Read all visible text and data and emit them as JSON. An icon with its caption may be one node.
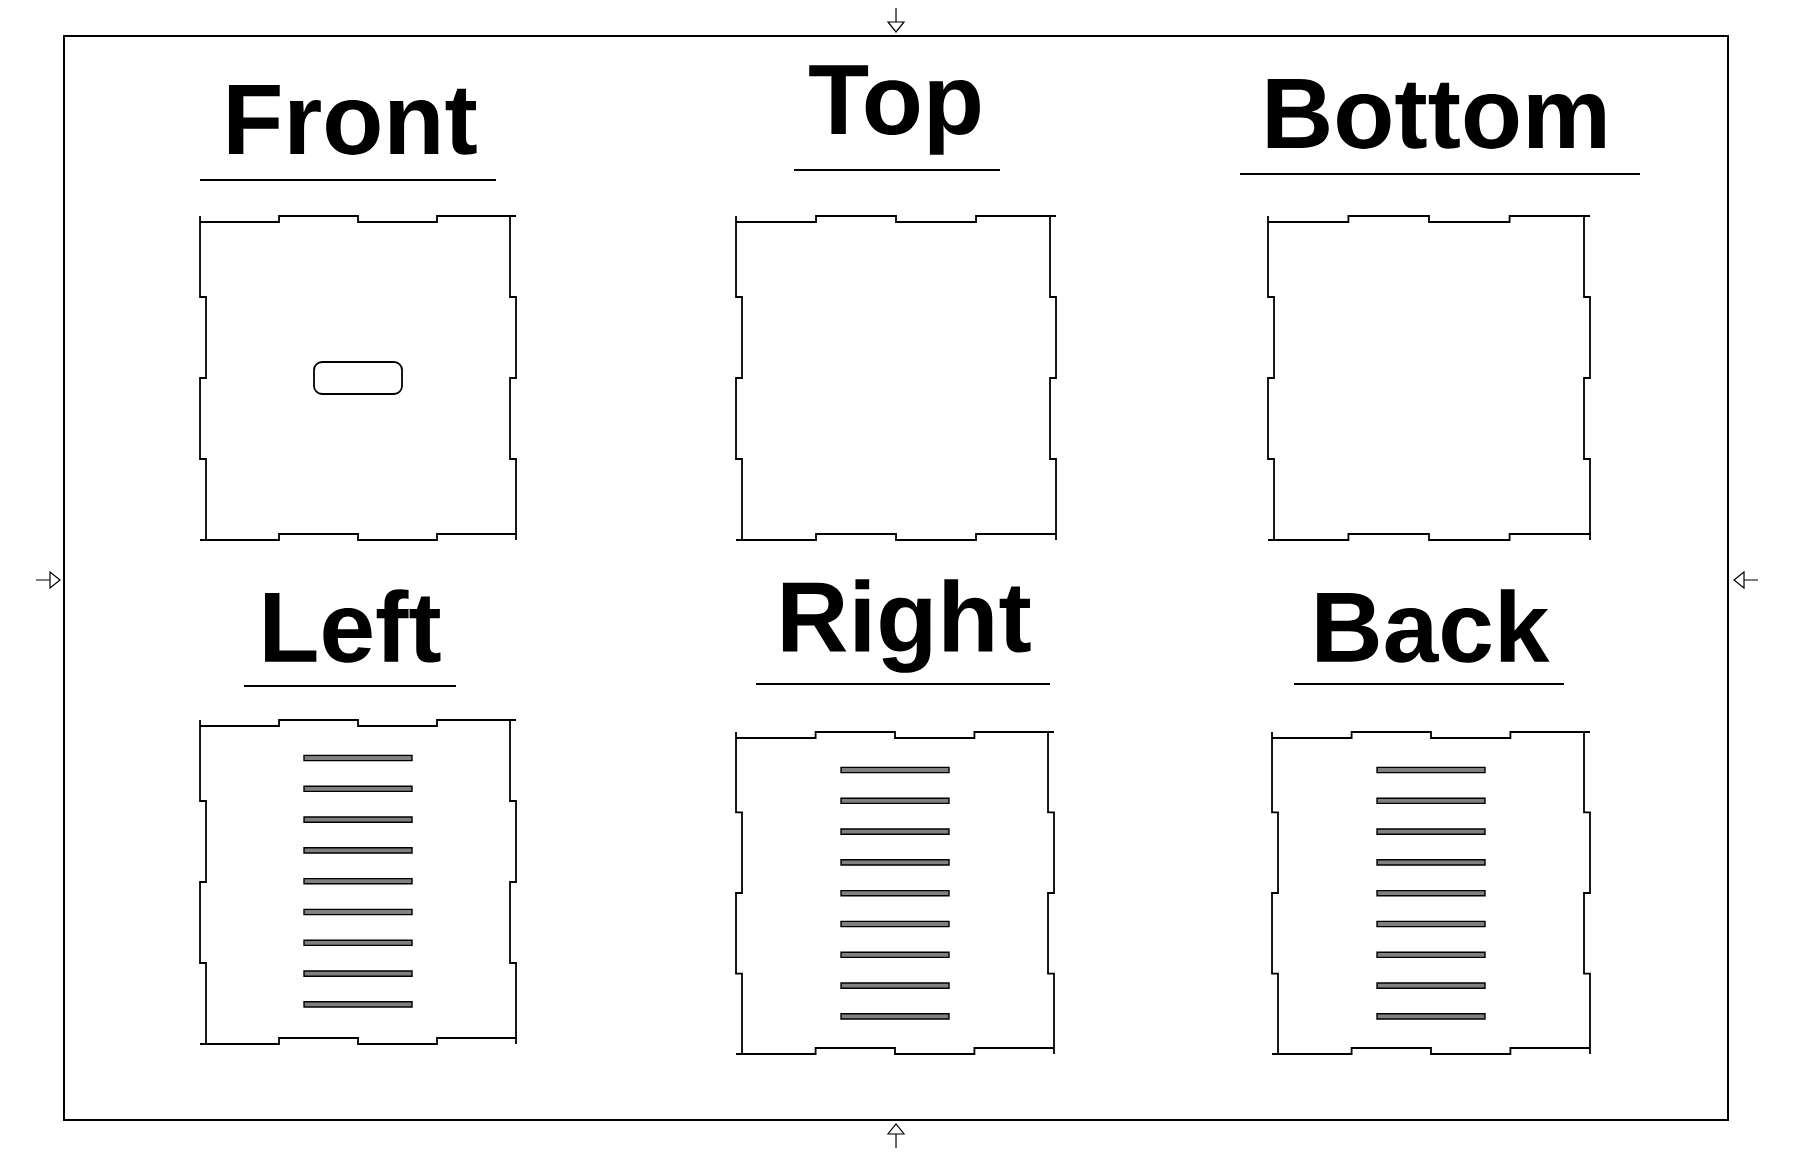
{
  "diagram": {
    "nodes": [
      {
        "text": [
          "Front"
        ]
      },
      {
        "text": [
          "Top"
        ]
      },
      {
        "text": [
          "Bottom"
        ]
      },
      {
        "text": [
          "Left"
        ]
      },
      {
        "text": [
          "Right"
        ]
      },
      {
        "text": [
          "Back"
        ]
      }
    ]
  }
}
